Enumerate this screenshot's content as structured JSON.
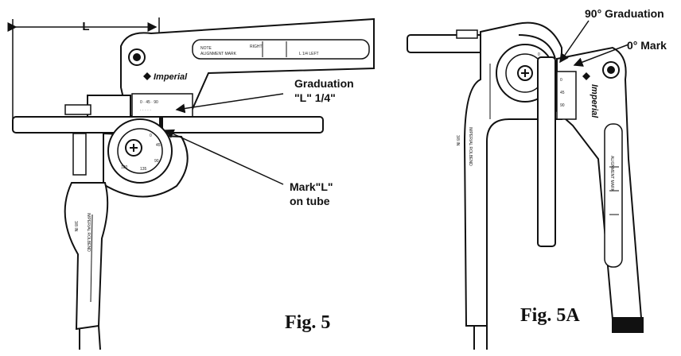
{
  "figure5": {
    "dimension_label": "L",
    "callout_graduation_line1": "Graduation",
    "callout_graduation_line2": "\"L\" 1/4\"",
    "callout_mark_line1": "Mark\"L\"",
    "callout_mark_line2": "on tube",
    "brand": "Imperial",
    "caption": "Fig. 5"
  },
  "figure5a": {
    "callout_90": "90° Graduation",
    "callout_0": "0° Mark",
    "brand": "Imperial",
    "caption": "Fig. 5A"
  }
}
